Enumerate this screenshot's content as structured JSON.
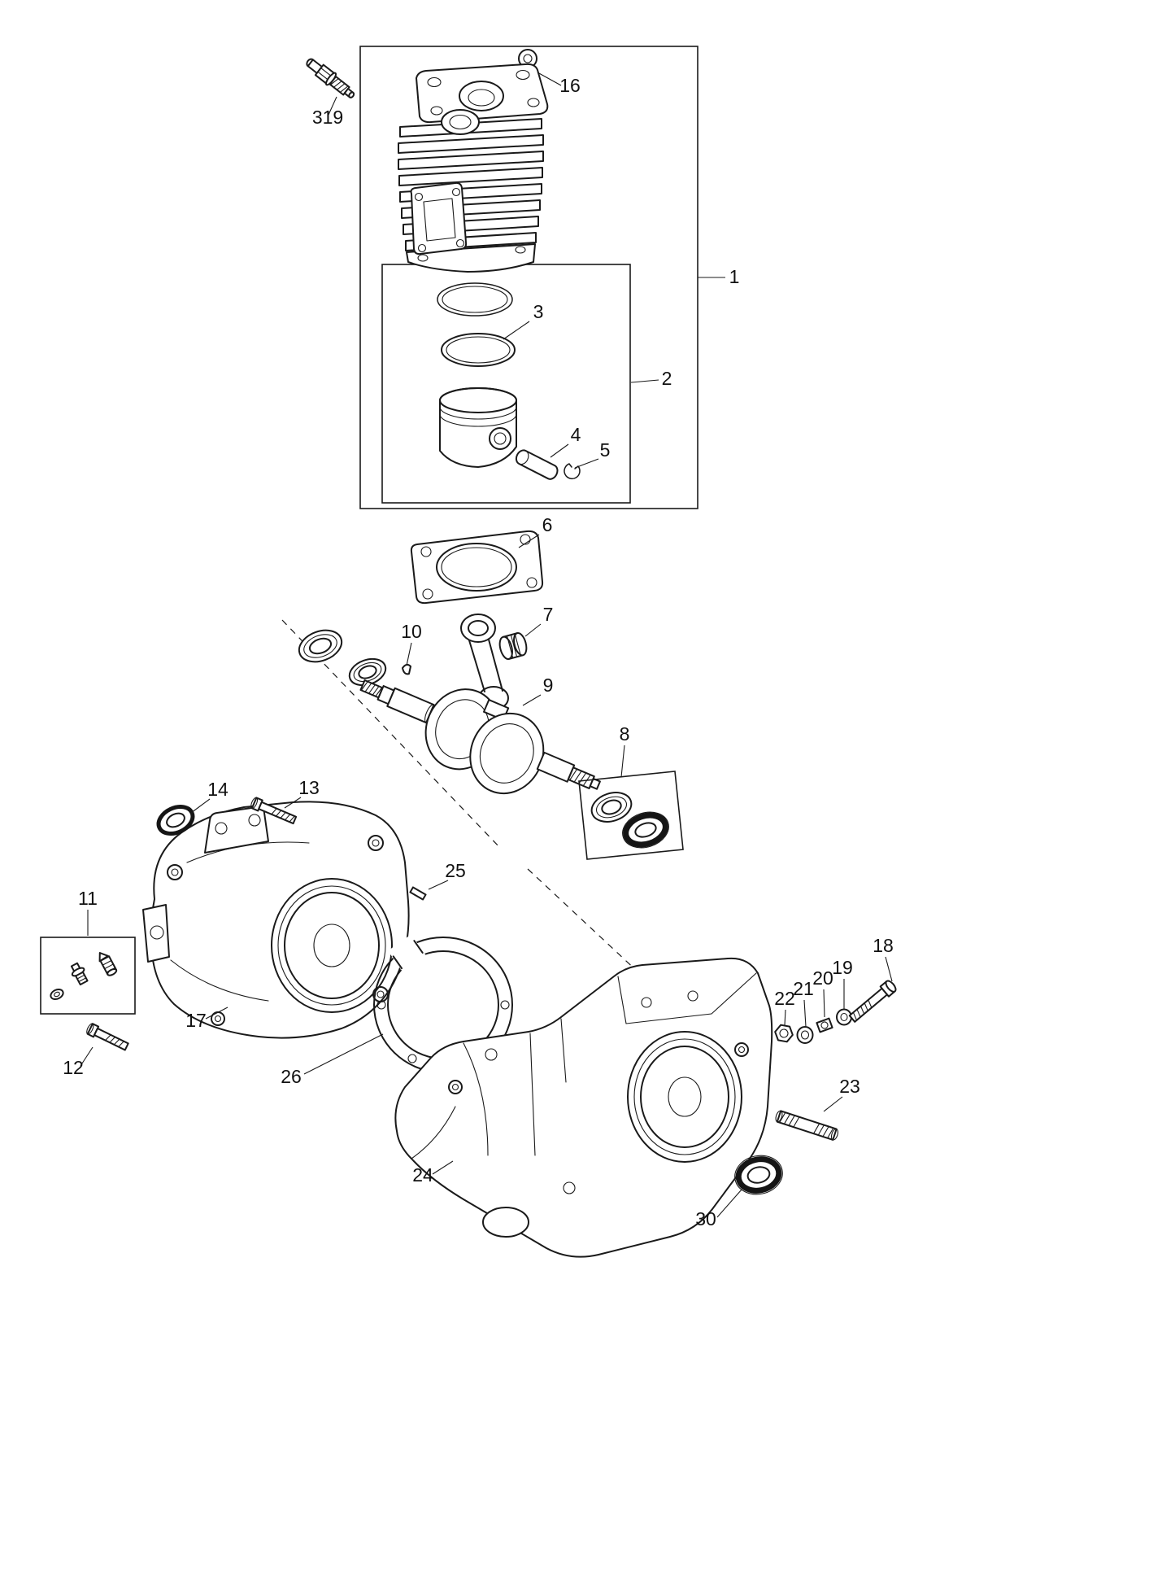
{
  "diagram": {
    "type": "exploded-parts-diagram",
    "colors": {
      "line": "#1a1a1a",
      "background": "#ffffff"
    },
    "callouts": {
      "c1": "1",
      "c2": "2",
      "c3": "3",
      "c4": "4",
      "c5": "5",
      "c6": "6",
      "c7": "7",
      "c8": "8",
      "c9": "9",
      "c10": "10",
      "c11": "11",
      "c12": "12",
      "c13": "13",
      "c14": "14",
      "c16": "16",
      "c17": "17",
      "c18": "18",
      "c19": "19",
      "c20": "20",
      "c21": "21",
      "c22": "22",
      "c23": "23",
      "c24": "24",
      "c25": "25",
      "c26": "26",
      "c30": "30",
      "c319": "319"
    }
  }
}
